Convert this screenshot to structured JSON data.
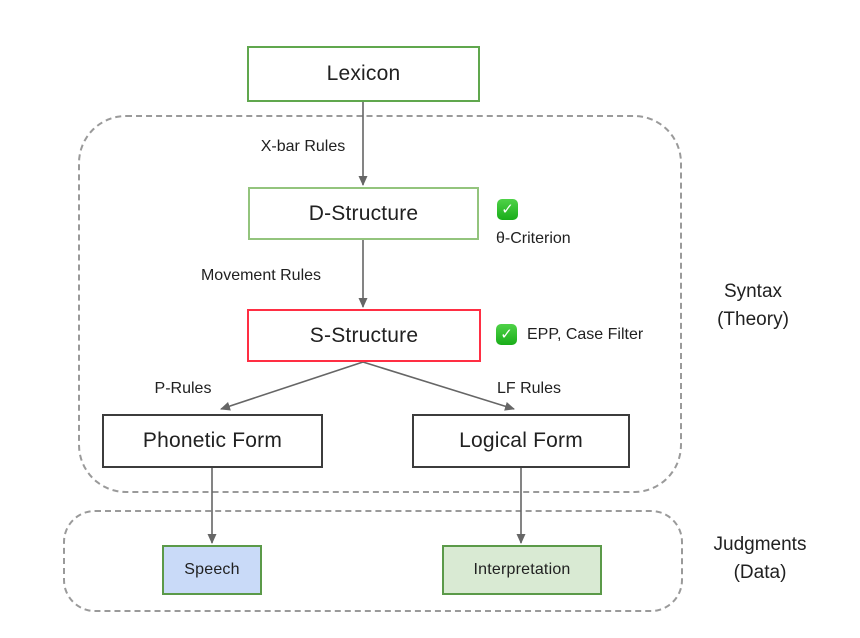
{
  "colors": {
    "green-light": "#93c47d",
    "green-mid": "#60a74e",
    "green-dark": "#5b9a49",
    "red": "#ff2e43",
    "dark-border": "#3c3c3c",
    "blue-fill": "#c9daf8",
    "green-fill": "#d9ead3",
    "arrow": "#666666",
    "dashed": "#9a9a9a",
    "text": "#212121",
    "check-top": "#4fd248",
    "check-bottom": "#19ad19"
  },
  "diagram": {
    "nodes": {
      "lexicon": "Lexicon",
      "d_structure": "D-Structure",
      "s_structure": "S-Structure",
      "phonetic_form": "Phonetic Form",
      "logical_form": "Logical Form",
      "speech": "Speech",
      "interpretation": "Interpretation"
    },
    "edges": {
      "xbar_label": "X-bar Rules",
      "movement_label": "Movement Rules",
      "p_rules_label": "P-Rules",
      "lf_rules_label": "LF Rules"
    },
    "annotations": {
      "check_glyph": "✓",
      "theta_label": "θ-Criterion",
      "epp_label": "EPP, Case Filter"
    },
    "regions": {
      "syntax_line1": "Syntax",
      "syntax_line2": "(Theory)",
      "judgments_line1": "Judgments",
      "judgments_line2": "(Data)"
    }
  }
}
